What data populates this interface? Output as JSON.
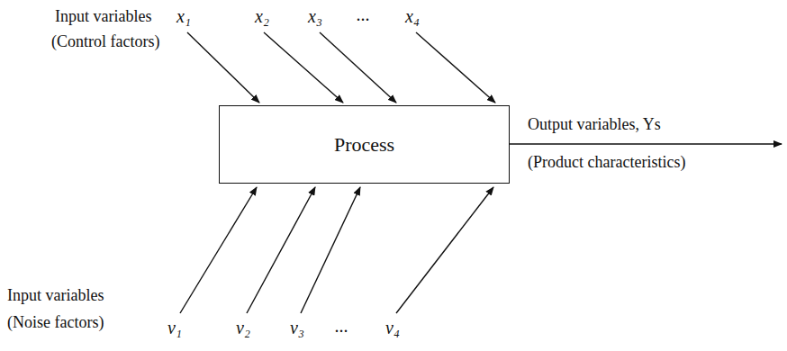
{
  "diagram": {
    "nodes": [
      {
        "text": [
          "Process"
        ]
      }
    ],
    "edges": [],
    "labels": [
      "Input variables",
      "(Control factors)",
      "x₁",
      "x₂",
      "x₃",
      "...",
      "x₄",
      "Output variables, Ys",
      "(Product characteristics)",
      "Input variables",
      "(Noise factors)",
      "v₁",
      "v₂",
      "v₃",
      "...",
      "v₄"
    ]
  }
}
